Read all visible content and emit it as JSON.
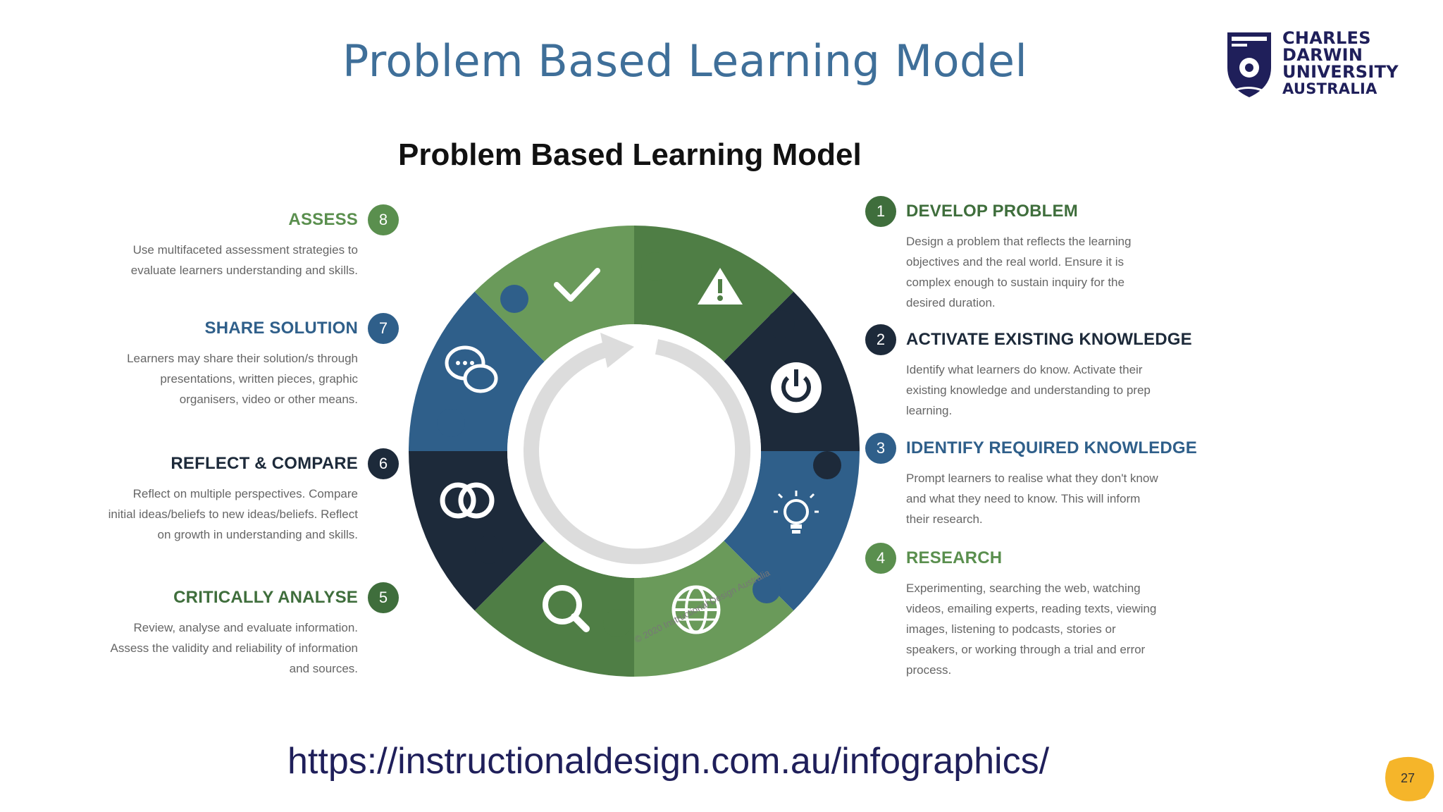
{
  "slide_title": "Problem Based Learning Model",
  "logo": {
    "lines": [
      "CHARLES",
      "DARWIN",
      "UNIVERSITY",
      "AUSTRALIA"
    ]
  },
  "diagram": {
    "title": "Problem Based Learning Model",
    "copyright": "© 2020 Instructional Design Australia",
    "colors": {
      "light_green": "#6a9a5a",
      "dark_green": "#4f7e45",
      "navy": "#1d2a3a",
      "blue": "#2f5f8a"
    },
    "steps": [
      {
        "num": "1",
        "label": "DEVELOP PROBLEM",
        "desc": "Design a problem that reflects the learning objectives and the real world. Ensure it is complex enough to sustain inquiry for the desired duration.",
        "icon": "warning-icon"
      },
      {
        "num": "2",
        "label": "ACTIVATE EXISTING KNOWLEDGE",
        "desc": "Identify what learners do know. Activate their existing knowledge and understanding to prep learning.",
        "icon": "power-icon"
      },
      {
        "num": "3",
        "label": "IDENTIFY REQUIRED KNOWLEDGE",
        "desc": "Prompt learners to realise what they don't know and what they need to know. This will inform their research.",
        "icon": "lightbulb-icon"
      },
      {
        "num": "4",
        "label": "RESEARCH",
        "desc": "Experimenting, searching the web, watching videos, emailing experts, reading texts, viewing images, listening to podcasts, stories or speakers, or working through a trial and error process.",
        "icon": "globe-icon"
      },
      {
        "num": "5",
        "label": "CRITICALLY ANALYSE",
        "desc": "Review, analyse and evaluate information. Assess the validity and reliability of information and sources.",
        "icon": "magnifier-icon"
      },
      {
        "num": "6",
        "label": "REFLECT & COMPARE",
        "desc": "Reflect on multiple perspectives. Compare initial ideas/beliefs to new ideas/beliefs. Reflect on growth in understanding and skills.",
        "icon": "rings-icon"
      },
      {
        "num": "7",
        "label": "SHARE SOLUTION",
        "desc": "Learners may share their solution/s through presentations, written pieces, graphic organisers, video or other means.",
        "icon": "chat-icon"
      },
      {
        "num": "8",
        "label": "ASSESS",
        "desc": "Use multifaceted assessment strategies to evaluate learners understanding and skills.",
        "icon": "checkmark-icon"
      }
    ]
  },
  "url": "https://instructionaldesign.com.au/infographics/",
  "page_number": "27"
}
